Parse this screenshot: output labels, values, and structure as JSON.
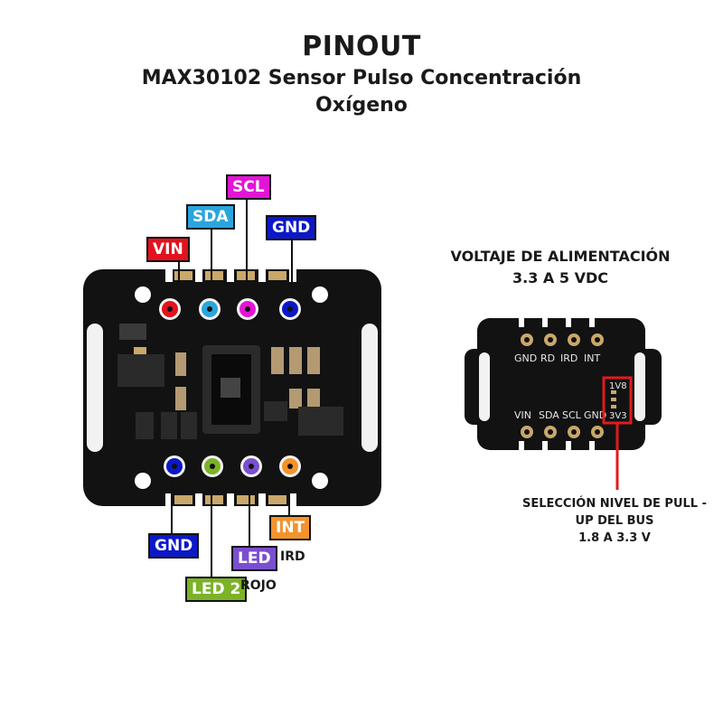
{
  "header": {
    "title": "PINOUT",
    "subtitle_line1": "MAX30102 Sensor Pulso Concentración",
    "subtitle_line2": "Oxígeno"
  },
  "pins_top": [
    {
      "label": "VIN",
      "color": "#e3121d"
    },
    {
      "label": "SDA",
      "color": "#2aa5dc"
    },
    {
      "label": "SCL",
      "color": "#e215d6"
    },
    {
      "label": "GND",
      "color": "#0c18c8"
    }
  ],
  "pins_bottom": [
    {
      "label": "GND",
      "color": "#0c18c8"
    },
    {
      "label": "LED 2",
      "color": "#7cb228",
      "note": "ROJO"
    },
    {
      "label": "LED",
      "color": "#7a4fcf",
      "note": "IRD"
    },
    {
      "label": "INT",
      "color": "#f4932a"
    }
  ],
  "supply": {
    "line1": "VOLTAJE DE ALIMENTACIÓN",
    "line2": "3.3 A 5 VDC"
  },
  "back_board": {
    "top_labels": [
      "GND",
      "RD",
      "IRD",
      "INT"
    ],
    "bottom_labels": [
      "VIN",
      "SDA",
      "SCL",
      "GND"
    ],
    "jumper_top": "1V8",
    "jumper_bottom": "3V3"
  },
  "pullup": {
    "line1": "SELECCIÓN NIVEL DE PULL -",
    "line2": "UP DEL BUS",
    "line3": "1.8 A 3.3 V"
  },
  "colors": {
    "callout": "#e01b1b",
    "board": "#111111"
  }
}
